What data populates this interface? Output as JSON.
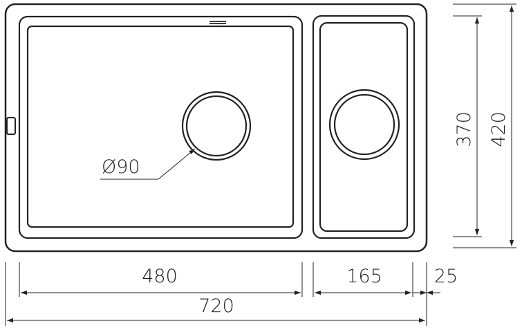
{
  "drawing": {
    "drain_label": "Ø90",
    "dim_large_bowl_width": "480",
    "dim_small_bowl_width": "165",
    "dim_end_margin": "25",
    "dim_total_width": "720",
    "dim_bowl_depth": "370",
    "dim_total_depth": "420"
  }
}
